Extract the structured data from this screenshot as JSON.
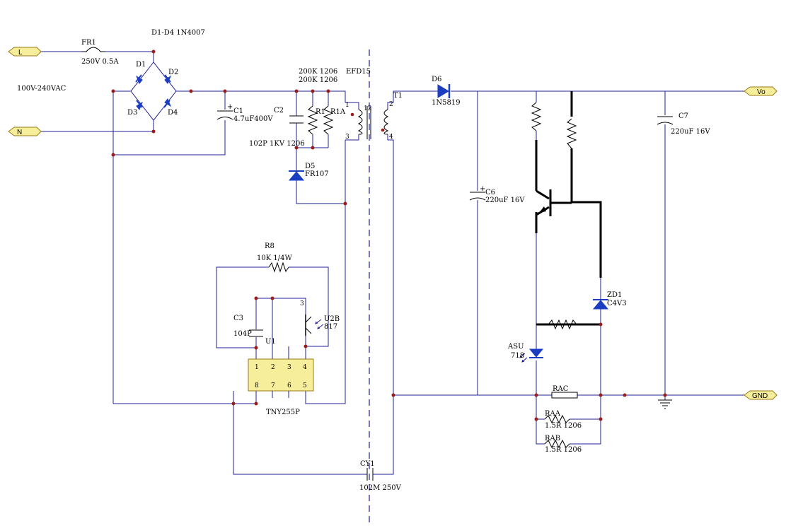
{
  "ports": {
    "L": "L",
    "N": "N",
    "Vo": "Vo",
    "GND": "GND"
  },
  "labels": {
    "input_range": "100V-240VAC",
    "fr1_ref": "FR1",
    "fr1_val": "250V 0.5A",
    "bridge_val": "D1-D4 1N4007",
    "d1": "D1",
    "d2": "D2",
    "d3": "D3",
    "d4": "D4",
    "c1_ref": "C1",
    "c1_val": "4.7uF400V",
    "r_val_1": "200K 1206",
    "r_val_2": "200K 1206",
    "c2_ref": "C2",
    "r1": "R1",
    "r1a": "R1A",
    "c2_val": "102P 1KV 1206",
    "d5_ref": "D5",
    "d5_val": "FR107",
    "core": "EFD15",
    "t1": "T1",
    "pin1": "1",
    "pin2": "2",
    "pin3": "3",
    "pin4": "4",
    "pin12": "12",
    "d6_ref": "D6",
    "d6_val": "1N5819",
    "c7_ref": "C7",
    "c7_val": "220uF 16V",
    "c6_ref": "C6",
    "c6_val": "220uF 16V",
    "r8_ref": "R8",
    "r8_val": "10K 1/4W",
    "c3_ref": "C3",
    "c3_val": "104P",
    "u1": "U1",
    "u2b_ref": "U2B",
    "u2b_val": "817",
    "tny": "TNY255P",
    "ic_pins": [
      "1",
      "2",
      "3",
      "4",
      "8",
      "7",
      "6",
      "5"
    ],
    "zd1_ref": "ZD1",
    "zd1_val": "C4V3",
    "asu": "ASU",
    "asu_val": "718",
    "rac": "RAC",
    "raa_ref": "RAA",
    "raa_val": "1.5R 1206",
    "rab_ref": "RAB",
    "rab_val": "1.5R 1206",
    "cy1_ref": "CY1",
    "cy1_val": "102M 250V"
  }
}
